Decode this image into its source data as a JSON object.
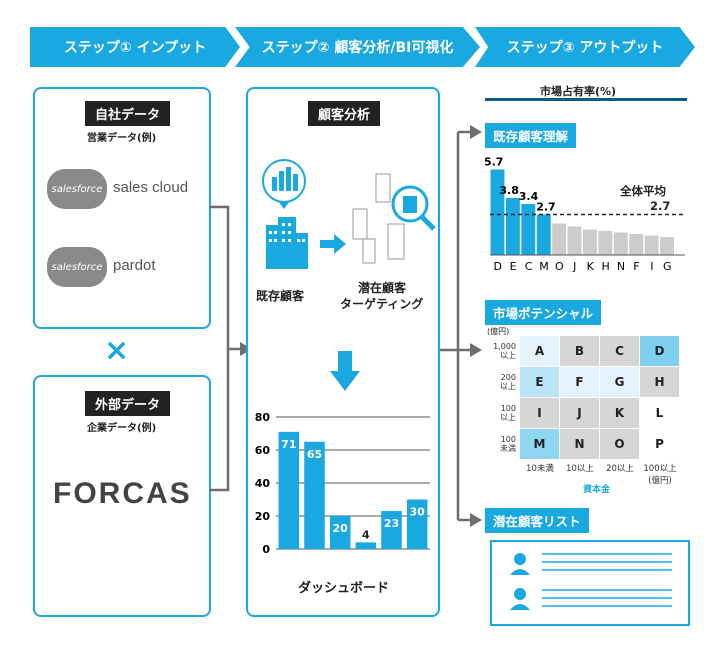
{
  "steps": [
    "ステップ① インプット",
    "ステップ② 顧客分析/BI可視化",
    "ステップ③ アウトプット"
  ],
  "input": {
    "internal_tag": "自社データ",
    "internal_sub": "営業データ(例)",
    "logo1_brand": "salesforce",
    "logo1_product": "sales cloud",
    "logo2_brand": "salesforce",
    "logo2_product": "pardot",
    "cross": "×",
    "external_tag": "外部データ",
    "external_sub": "企業データ(例)",
    "logo3": "FORCAS"
  },
  "analysis": {
    "tag": "顧客分析",
    "existing_label": "既存顧客",
    "prospect_label1": "潜在顧客",
    "prospect_label2": "ターゲティング",
    "dashboard_label": "ダッシュボード"
  },
  "output": {
    "share_title": "市場占有率(%)",
    "sec1": "既存顧客理解",
    "sec2": "市場ポテンシャル",
    "sec3": "潜在顧客リスト",
    "avg_label": "全体平均",
    "avg_value": "2.7",
    "matrix_unit": "(億円)",
    "matrix_rows": [
      "1,000\n以上",
      "200\n以上",
      "100\n以上",
      "100\n未満"
    ],
    "matrix_cols": [
      "10未満",
      "10以上",
      "20以上",
      "100以上\n(億円)"
    ],
    "matrix_xlabel": "資本金",
    "matrix_cells": [
      [
        "A",
        "B",
        "C",
        "D"
      ],
      [
        "E",
        "F",
        "G",
        "H"
      ],
      [
        "I",
        "J",
        "K",
        "L"
      ],
      [
        "M",
        "N",
        "O",
        "P"
      ]
    ],
    "matrix_colors": [
      [
        "#e4f3fb",
        "#d6d6d6",
        "#d6d6d6",
        "#7fd0f0"
      ],
      [
        "#b9e4f6",
        "#e4f3fb",
        "#e4f3fb",
        "#d6d6d6"
      ],
      [
        "#d6d6d6",
        "#d6d6d6",
        "#d6d6d6",
        "#ffffff"
      ],
      [
        "#8fd6f2",
        "#d6d6d6",
        "#d6d6d6",
        "#ffffff"
      ]
    ]
  },
  "chart_data": [
    {
      "type": "bar",
      "title": "",
      "categories": [
        "",
        "",
        "",
        "",
        ""
      ],
      "values": [
        71,
        65,
        20,
        4,
        23,
        30
      ],
      "ylim": [
        0,
        80
      ],
      "yticks": [
        0,
        20,
        40,
        60,
        80
      ],
      "color": "#1aa8e0"
    },
    {
      "type": "bar",
      "title": "市場占有率(%)",
      "categories": [
        "D",
        "E",
        "C",
        "M",
        "O",
        "J",
        "K",
        "H",
        "N",
        "F",
        "I",
        "G"
      ],
      "values": [
        5.7,
        3.8,
        3.4,
        2.7,
        2.1,
        1.9,
        1.7,
        1.6,
        1.5,
        1.4,
        1.3,
        1.2
      ],
      "labels": [
        "5.7",
        "3.8",
        "3.4",
        "2.7"
      ],
      "average": 2.7,
      "highlight_count": 4,
      "ylim": [
        0,
        6
      ],
      "color": "#1aa8e0",
      "muted_color": "#cccccc"
    }
  ],
  "colors": {
    "accent": "#1aa8e0",
    "dark": "#222222",
    "gray": "#777777"
  }
}
